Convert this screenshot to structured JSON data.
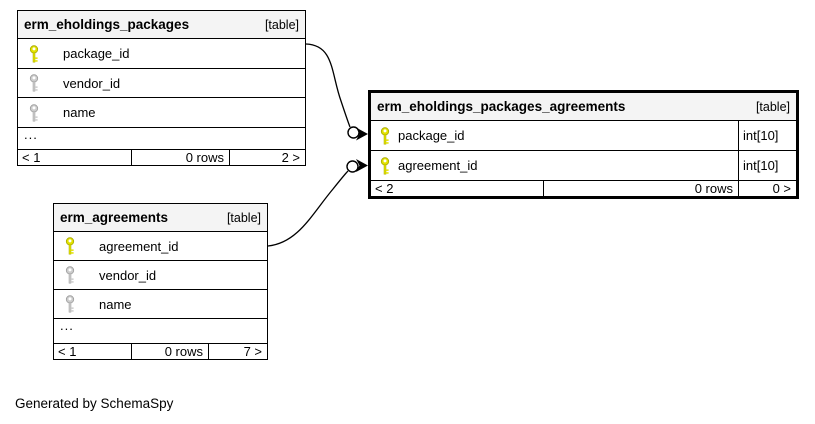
{
  "footer_note": "Generated by SchemaSpy",
  "tables": [
    {
      "name": "erm_eholdings_packages",
      "kind": "[table]",
      "columns": [
        {
          "name": "package_id",
          "key": "primary"
        },
        {
          "name": "vendor_id",
          "key": "implied"
        },
        {
          "name": "name",
          "key": "implied"
        }
      ],
      "ellipsis": "...",
      "pager": {
        "prev": "< 1",
        "rows": "0 rows",
        "next": "2 >"
      }
    },
    {
      "name": "erm_eholdings_packages_agreements",
      "kind": "[table]",
      "columns": [
        {
          "name": "package_id",
          "key": "primary",
          "type": "int[10]"
        },
        {
          "name": "agreement_id",
          "key": "primary",
          "type": "int[10]"
        }
      ],
      "pager": {
        "prev": "< 2",
        "rows": "0 rows",
        "next": "0 >"
      }
    },
    {
      "name": "erm_agreements",
      "kind": "[table]",
      "columns": [
        {
          "name": "agreement_id",
          "key": "primary"
        },
        {
          "name": "vendor_id",
          "key": "implied"
        },
        {
          "name": "name",
          "key": "implied"
        }
      ],
      "ellipsis": "...",
      "pager": {
        "prev": "< 1",
        "rows": "0 rows",
        "next": "7 >"
      }
    }
  ],
  "relationships": [
    {
      "from_table": "erm_eholdings_packages",
      "from_column": "package_id",
      "to_table": "erm_eholdings_packages_agreements",
      "to_column": "package_id"
    },
    {
      "from_table": "erm_agreements",
      "from_column": "agreement_id",
      "to_table": "erm_eholdings_packages_agreements",
      "to_column": "agreement_id"
    }
  ],
  "colors": {
    "primary_key": "#e2e200",
    "primary_key_stroke": "#a8a800",
    "implied_key": "#cccccc",
    "implied_key_stroke": "#9d9d9d",
    "header_bg": "#f4f4f4",
    "border": "#000000"
  }
}
